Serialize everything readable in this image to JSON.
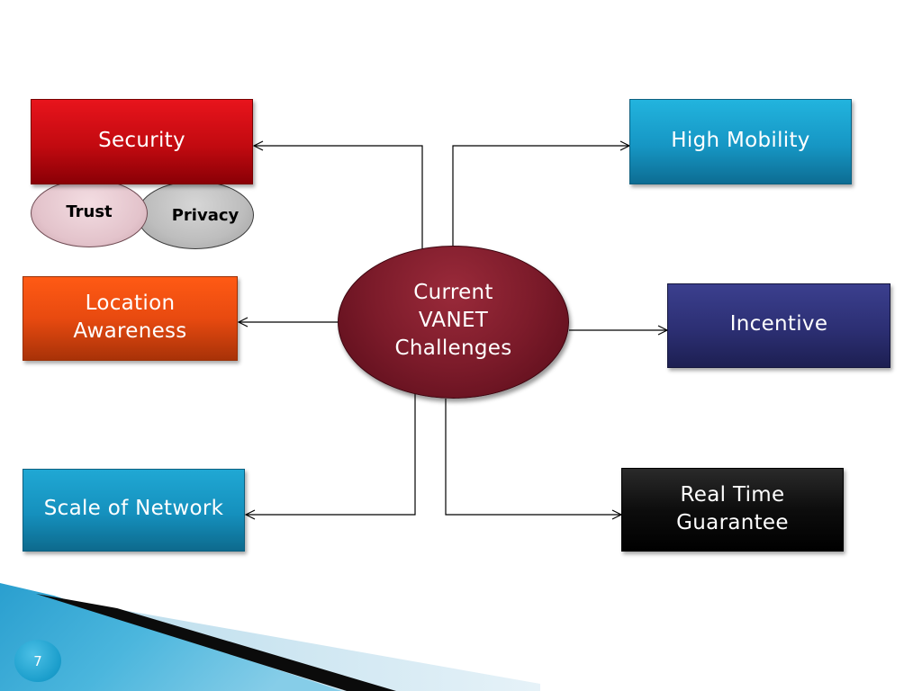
{
  "center": {
    "lines": [
      "Current",
      "VANET",
      "Challenges"
    ],
    "color": "#7c1b2a"
  },
  "nodes": {
    "security": {
      "label": "Security",
      "color": "#c20a10"
    },
    "trust": {
      "label": "Trust",
      "color": "#e3c3cb"
    },
    "privacy": {
      "label": "Privacy",
      "color": "#bdbdbd"
    },
    "location_awareness": {
      "lines": [
        "Location",
        "Awareness"
      ],
      "color": "#e84a10"
    },
    "scale_of_network": {
      "label": "Scale of Network",
      "color": "#1590bd"
    },
    "high_mobility": {
      "label": "High Mobility",
      "color": "#1696c4"
    },
    "incentive": {
      "label": "Incentive",
      "color": "#2c2f73"
    },
    "real_time_guarantee": {
      "lines": [
        "Real Time",
        "Guarantee"
      ],
      "color": "#0d0d0d"
    }
  },
  "slide_number": "7"
}
